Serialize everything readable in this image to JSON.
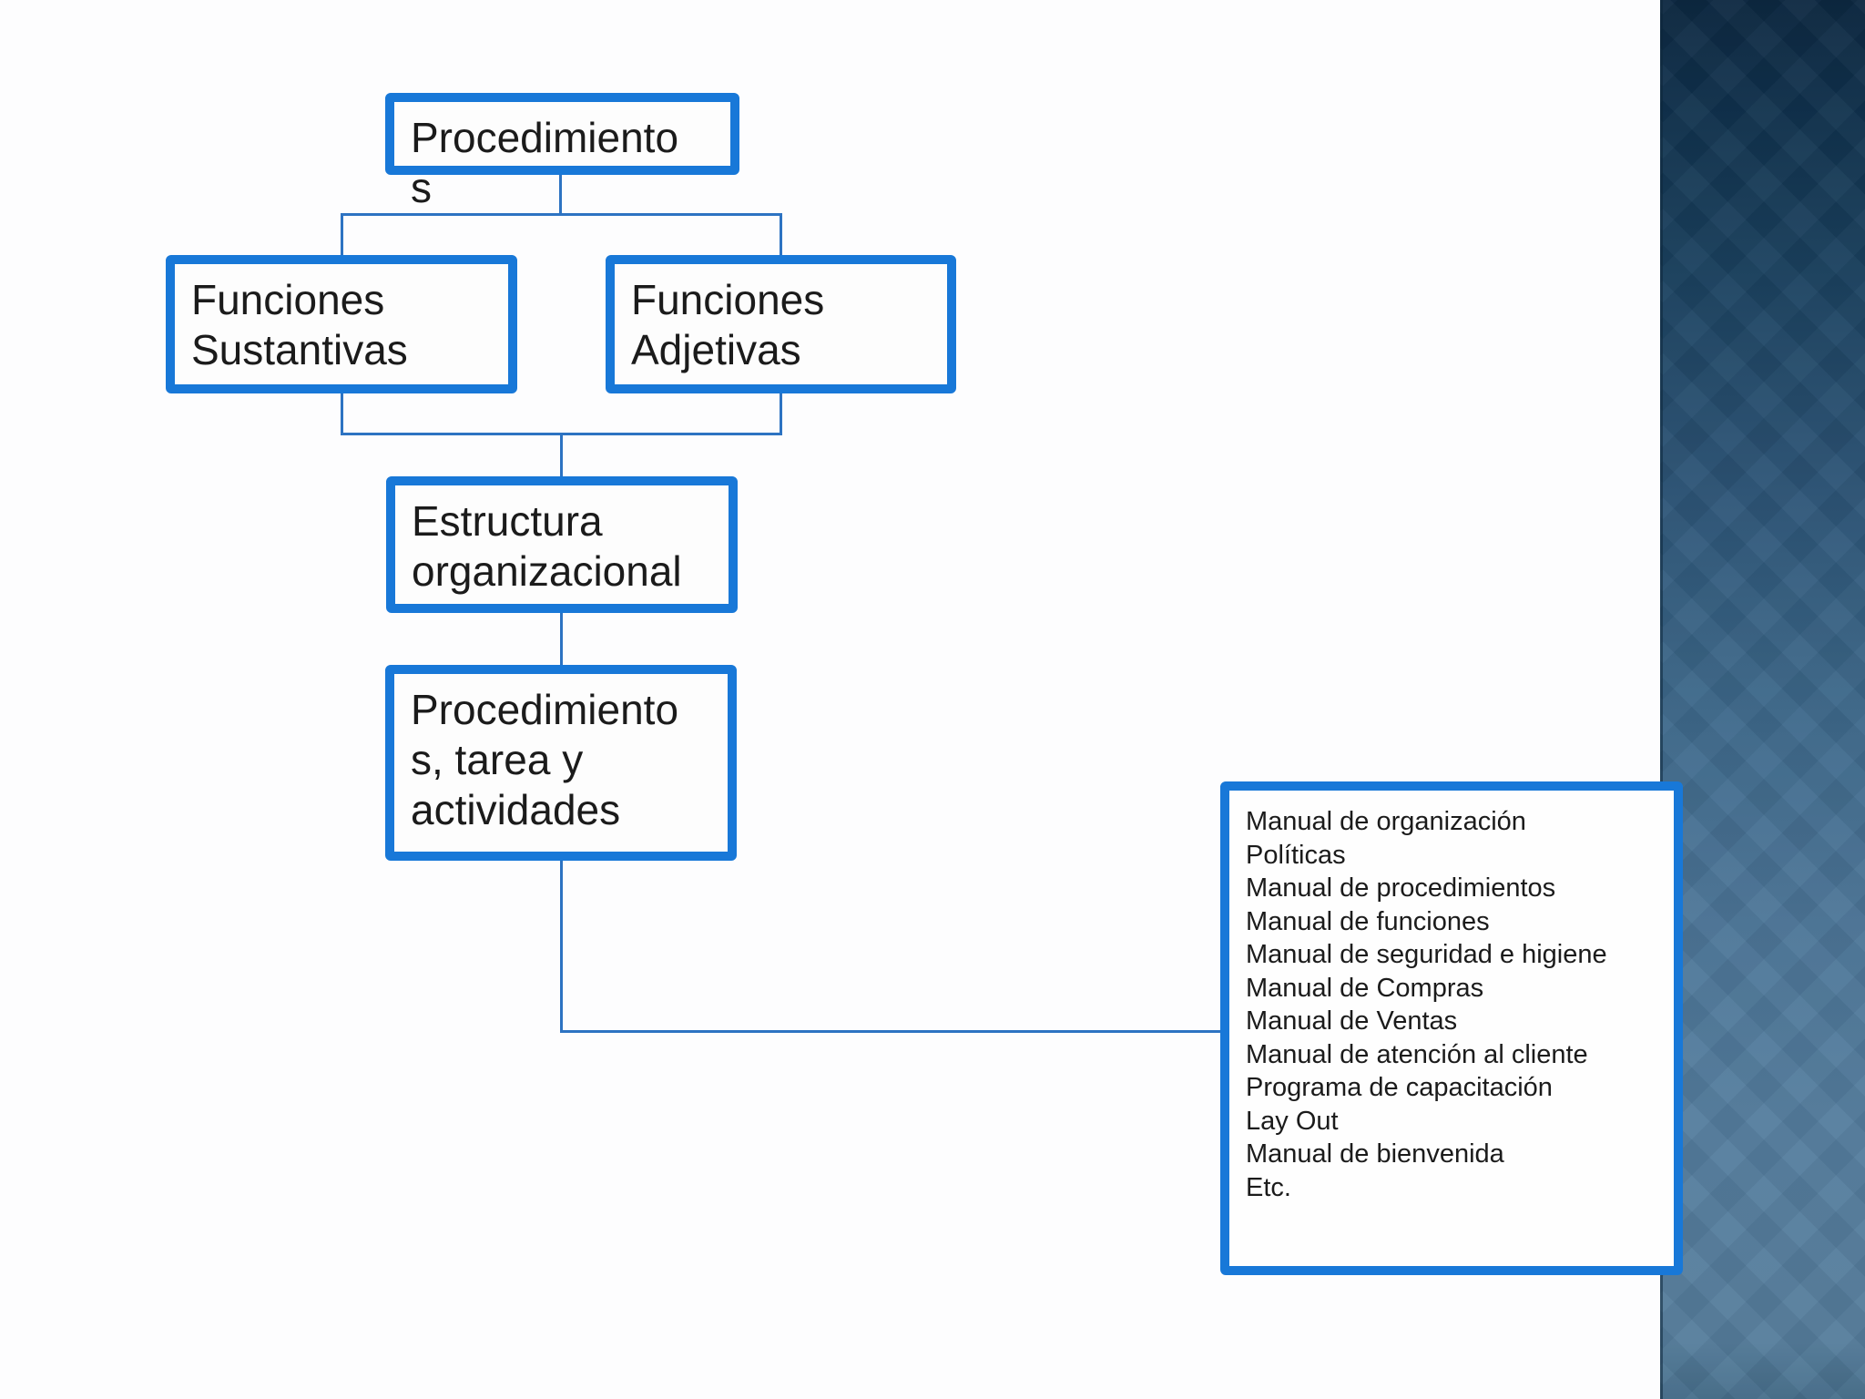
{
  "theme": {
    "accent_blue": "#1878d8",
    "connector_blue": "#2d73c2",
    "text_color": "#1b1b1b",
    "sidebar_top_color": "#0c2841",
    "sidebar_bottom_color": "#557d9e",
    "background": "#fdfdfe"
  },
  "diagram": {
    "boxes": [
      {
        "id": "procedimientos",
        "lines": [
          "Procedimiento",
          "s"
        ]
      },
      {
        "id": "funciones-sustantivas",
        "lines": [
          "Funciones",
          "Sustantivas"
        ]
      },
      {
        "id": "funciones-adjetivas",
        "lines": [
          "Funciones",
          "Adjetivas"
        ]
      },
      {
        "id": "estructura-organizacional",
        "lines": [
          "Estructura",
          "organizacional"
        ]
      },
      {
        "id": "procedimientos-tareas-actividades",
        "lines": [
          "Procedimiento",
          "s, tarea y",
          "actividades"
        ]
      }
    ],
    "manual_list": {
      "items": [
        "Manual de organización",
        "Políticas",
        "Manual de procedimientos",
        "Manual de funciones",
        "Manual de seguridad e higiene",
        "Manual de Compras",
        "Manual de Ventas",
        "Manual de atención al cliente",
        "Programa de capacitación",
        "Lay Out",
        "Manual de bienvenida",
        "Etc."
      ]
    }
  }
}
